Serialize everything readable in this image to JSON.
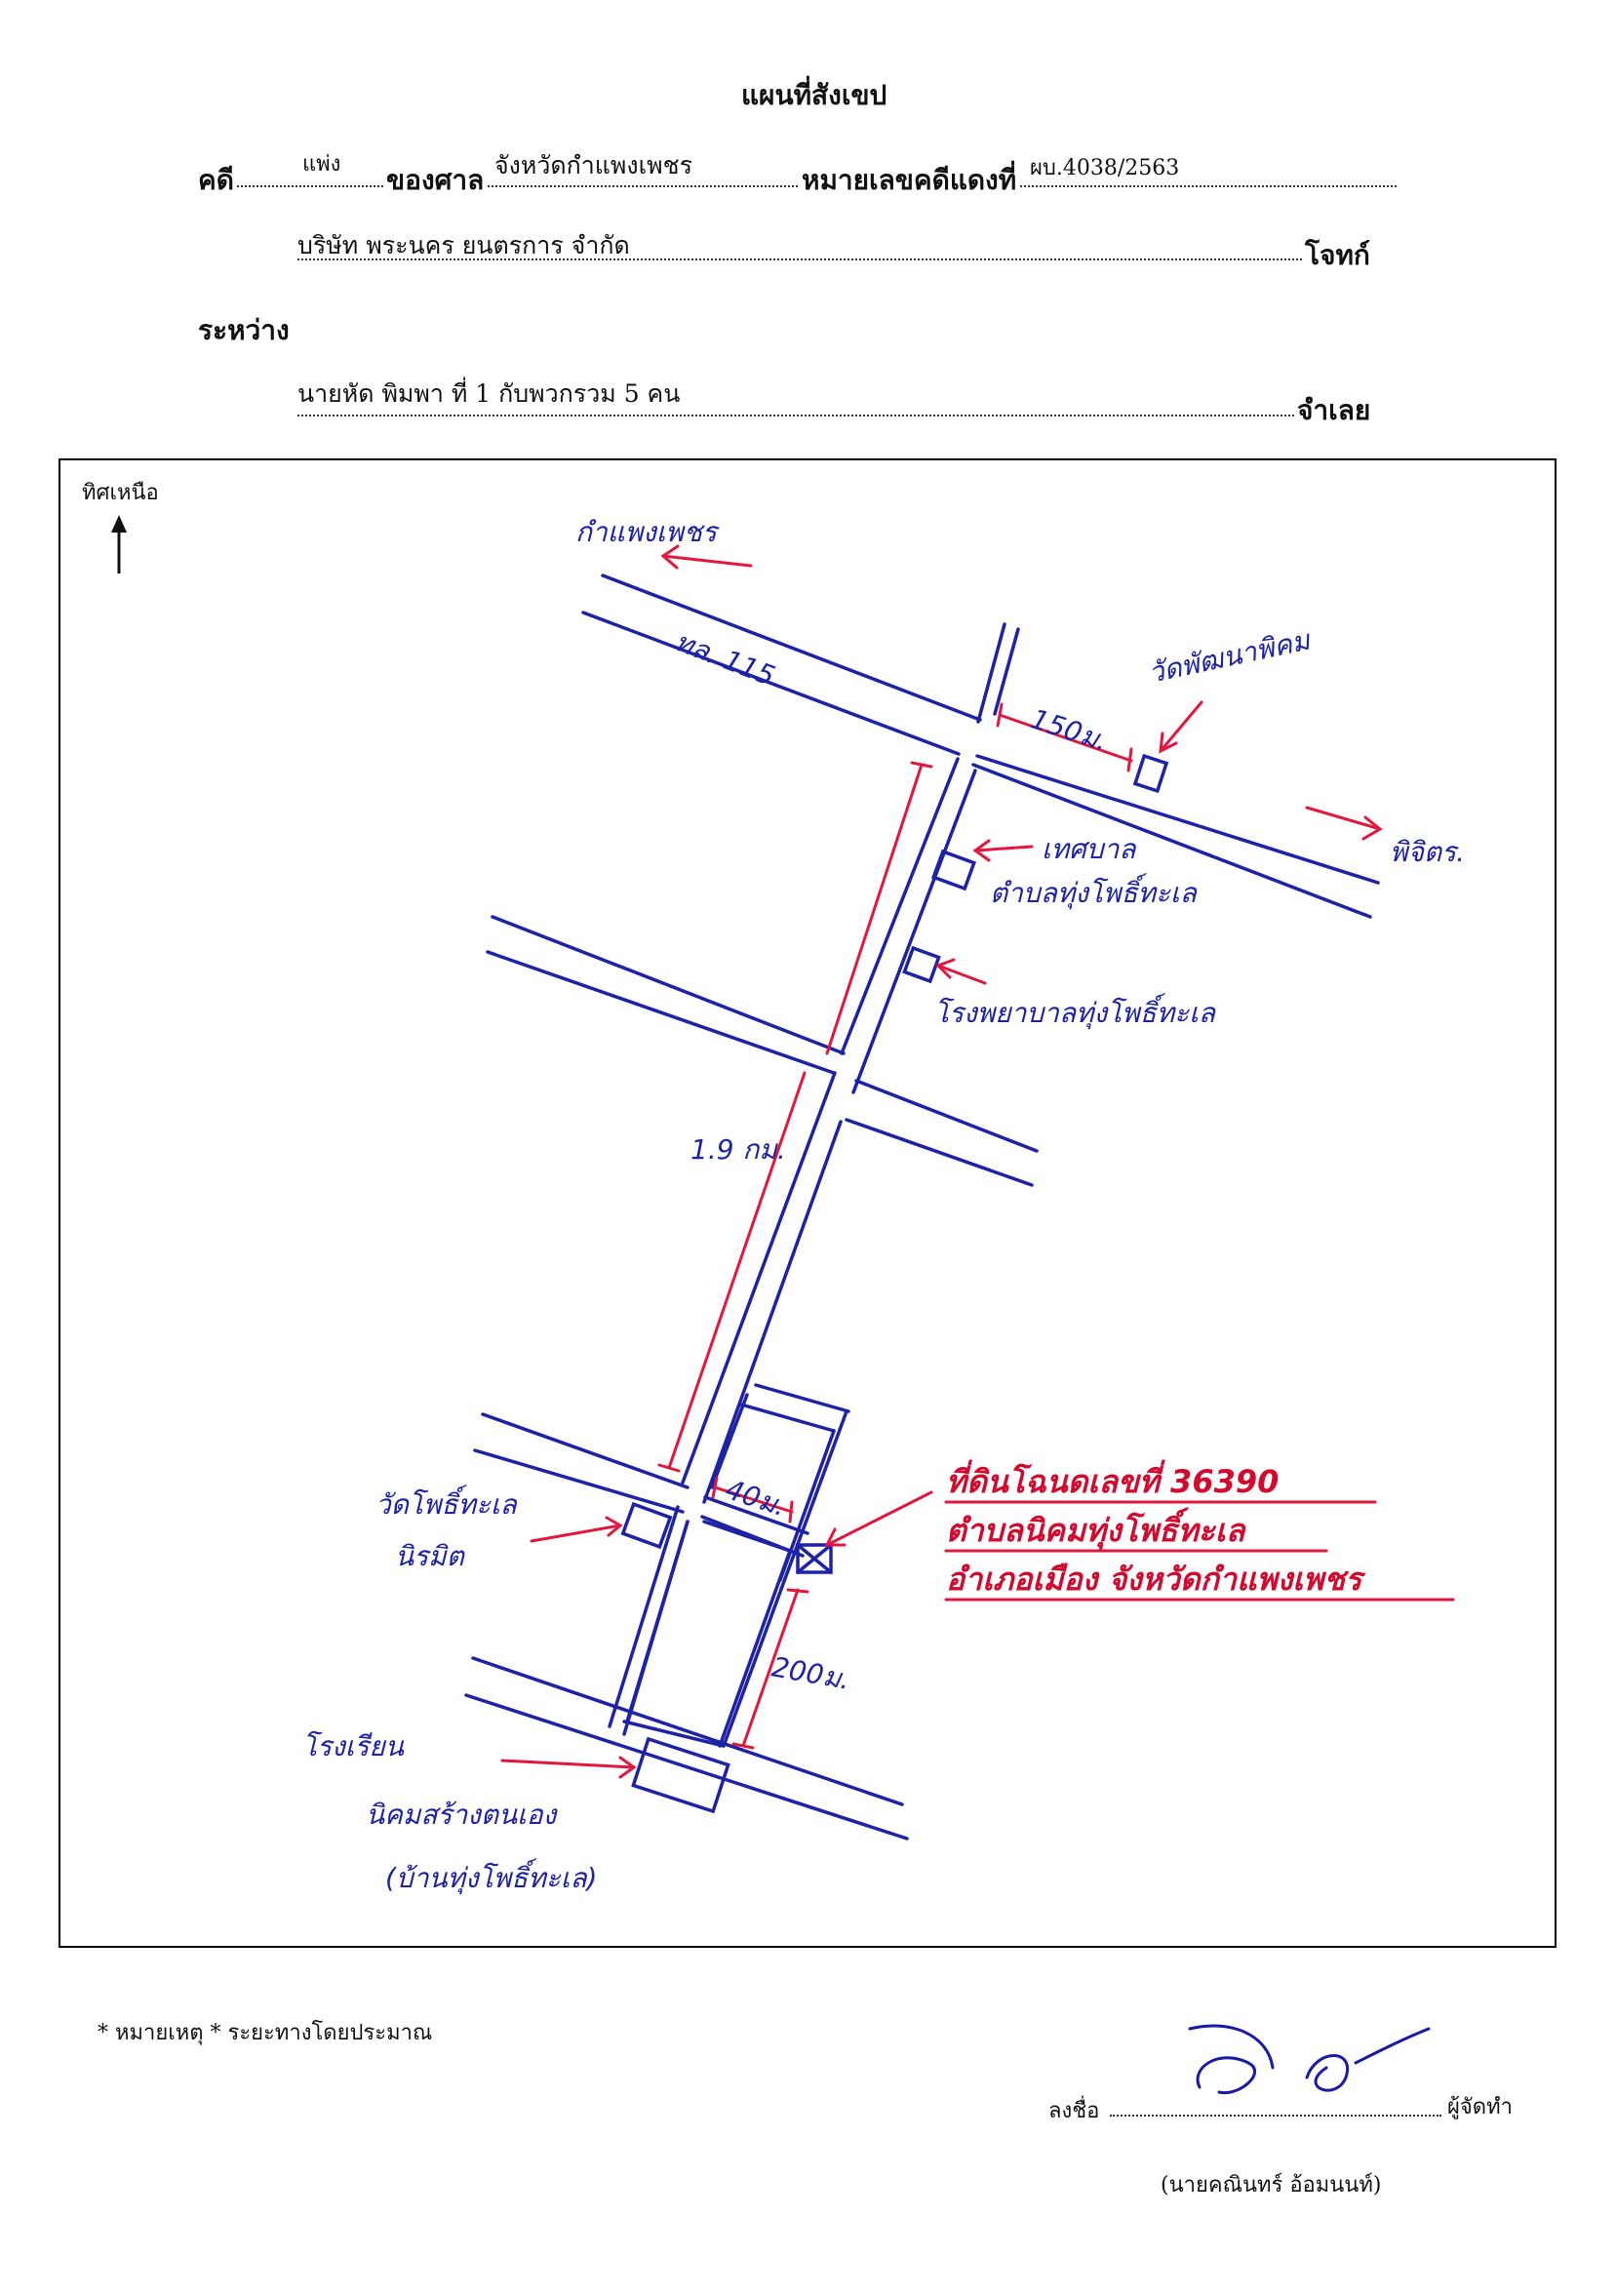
{
  "header": {
    "title": "แผนที่สังเขป",
    "case_label": "คดี",
    "case_type": "แพ่ง",
    "court_label": "ของศาล",
    "court_name": "จังหวัดกำแพงเพชร",
    "red_number_label": "หมายเลขคดีแดงที่",
    "red_number": "ผบ.4038/2563",
    "plaintiff": "บริษัท พระนคร ยนตรการ จำกัด",
    "plaintiff_label": "โจทก์",
    "between_label": "ระหว่าง",
    "defendant": "นายหัด พิมพา  ที่ 1 กับพวกรวม 5 คน",
    "defendant_label": "จำเลย"
  },
  "map": {
    "north_label": "ทิศเหนือ",
    "to_kamphaeng_phet": "กำแพงเพชร",
    "to_phichit": "พิจิตร.",
    "highway": "ทล. 115",
    "temple_phatthana": "วัดพัฒนาพิคม",
    "dist_150m": "150ม.",
    "municipality_line1": "เทศบาล",
    "municipality_line2": "ตำบลทุ่งโพธิ์ทะเล",
    "hospital": "โรงพยาบาลทุ่งโพธิ์ทะเล",
    "dist_19km": "1.9 กม.",
    "temple_pho_line1": "วัดโพธิ์ทะเล",
    "temple_pho_line2": "นิรมิต",
    "dist_40m": "40ม.",
    "dist_200m": "200ม.",
    "land_line1": "ที่ดินโฉนดเลขที่ 36390",
    "land_line2": "ตำบลนิคมทุ่งโพธิ์ทะเล",
    "land_line3": "อำเภอเมือง  จังหวัดกำแพงเพชร",
    "school_line1": "โรงเรียน",
    "school_line2": "นิคมสร้างตนเอง",
    "school_line3": "(บ้านทุ่งโพธิ์ทะเล)"
  },
  "footer": {
    "note": "* หมายเหตุ * ระยะทางโดยประมาณ",
    "sign_label": "ลงชื่อ",
    "role": "ผู้จัดทำ",
    "signer": "(นายคณินทร์ อ้อมนนท์)"
  },
  "colors": {
    "ink_blue": "#1d22a6",
    "ink_red": "#e3173d"
  }
}
